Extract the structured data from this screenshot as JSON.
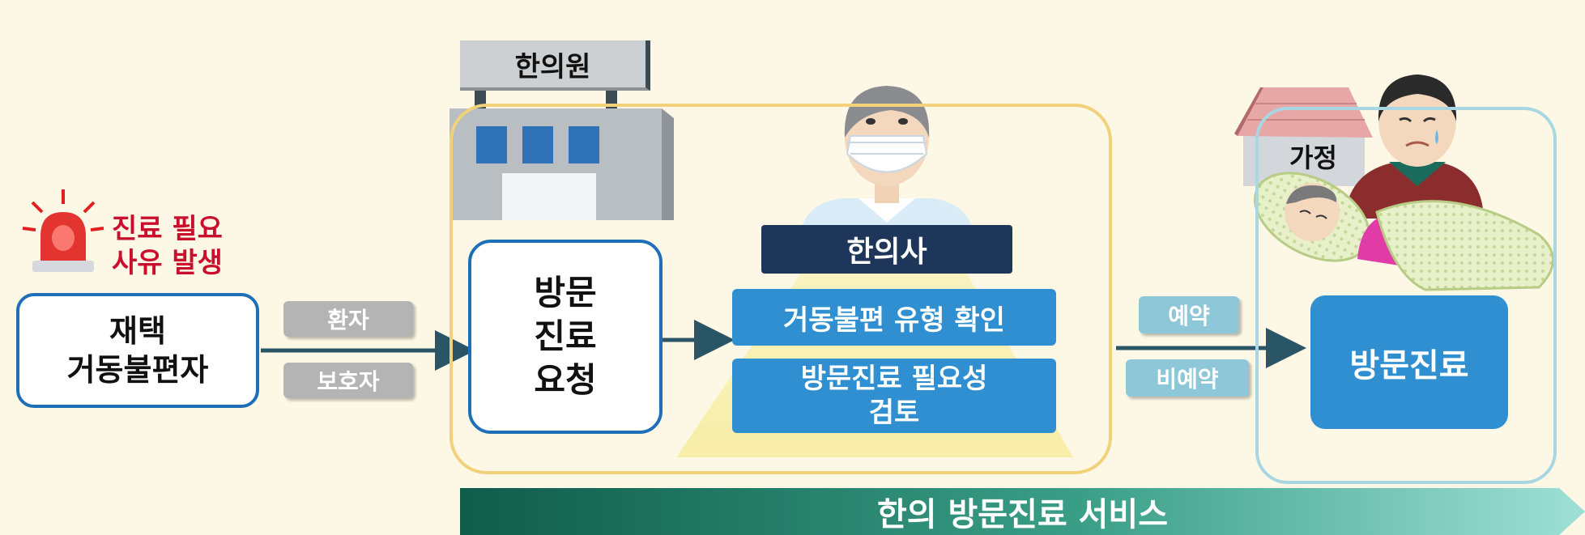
{
  "alert": {
    "line1": "진료 필요",
    "line2": "사유 발생"
  },
  "patient": {
    "line1": "재택",
    "line2": "거동불편자"
  },
  "requesters": [
    "환자",
    "보호자"
  ],
  "clinic": {
    "sign": "한의원",
    "request": {
      "line1": "방문",
      "line2": "진료",
      "line3": "요청"
    },
    "doctor": "한의사",
    "task1": "거동불편 유형 확인",
    "task2_line1": "방문진료 필요성",
    "task2_line2": "검토"
  },
  "booking": [
    "예약",
    "비예약"
  ],
  "home": {
    "sign": "가정",
    "service": "방문진료"
  },
  "banner": "한의 방문진료 서비스",
  "colors": {
    "background": "#fdf8e6",
    "primary_blue": "#2f8fd0",
    "outline_blue": "#1f6fb8",
    "navy": "#1e3659",
    "alert_red": "#c8102e",
    "clinic_frame": "#f1d27a",
    "home_frame": "#a9d6e3",
    "banner_start": "#0f5c4a",
    "banner_end": "#9fe0d6"
  }
}
